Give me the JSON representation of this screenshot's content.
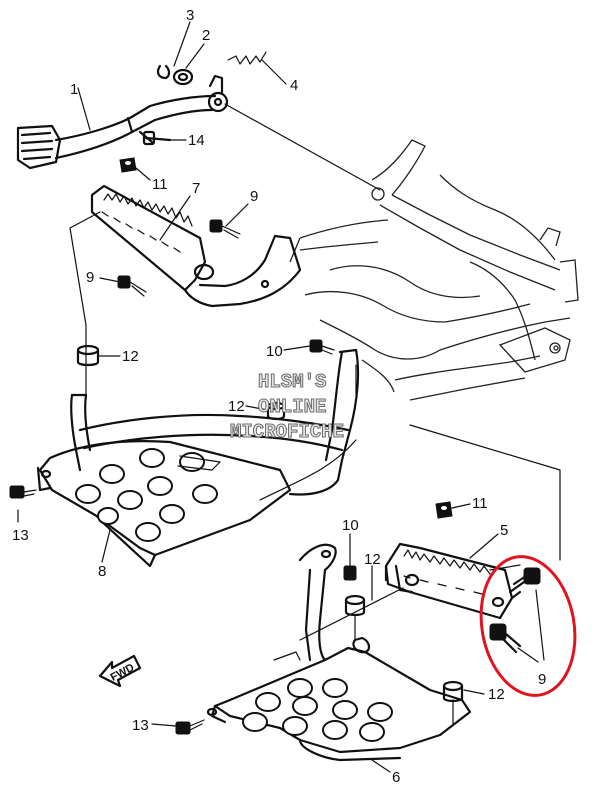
{
  "watermark": {
    "line1": "HLSM'S",
    "line2": "ONLINE",
    "line3": "MICROFICHE"
  },
  "callouts": {
    "p1": "1",
    "p2": "2",
    "p3": "3",
    "p4": "4",
    "p5": "5",
    "p6": "6",
    "p7": "7",
    "p8": "8",
    "p9_upper_left": "9",
    "p9_upper_right": "9",
    "p9_highlighted": "9",
    "p10_upper": "10",
    "p10_lower": "10",
    "p11_upper": "11",
    "p11_lower": "11",
    "p12_upper_left": "12",
    "p12_upper_mid": "12",
    "p12_lower_mid": "12",
    "p12_lower_right": "12",
    "p13_upper": "13",
    "p13_lower": "13",
    "p14": "14"
  },
  "direction_marker": "FWD",
  "highlight": {
    "color": "#e0141e",
    "part": "9"
  }
}
